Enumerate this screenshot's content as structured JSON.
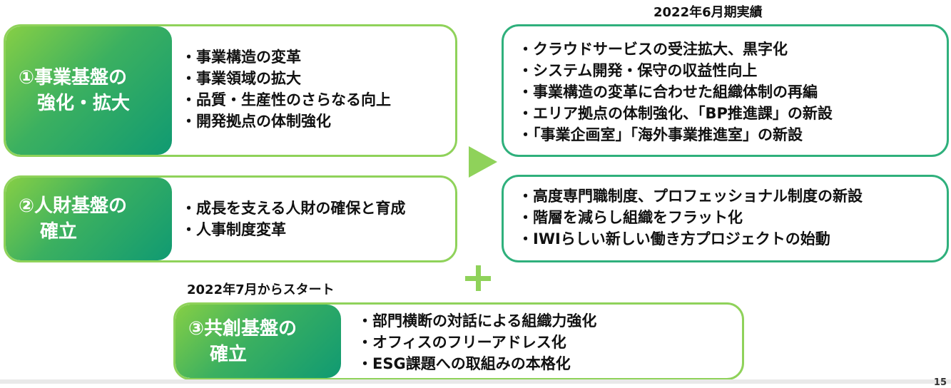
{
  "results_title": "2022年6月期実績",
  "start_label": "2022年7月からスタート",
  "pillars": [
    {
      "title_line1": "①事業基盤の",
      "title_line2": "強化・拡大",
      "items": [
        "・事業構造の変革",
        "・事業領域の拡大",
        "・品質・生産性のさらなる向上",
        "・開発拠点の体制強化"
      ]
    },
    {
      "title_line1": "②人財基盤の",
      "title_line2": "確立",
      "items": [
        "・成長を支える人財の確保と育成",
        "・人事制度変革"
      ]
    },
    {
      "title_line1": "③共創基盤の",
      "title_line2": "確立",
      "items": [
        "・部門横断の対話による組織力強化",
        "・オフィスのフリーアドレス化",
        "・ESG課題への取組みの本格化"
      ]
    }
  ],
  "results": [
    {
      "items": [
        "・クラウドサービスの受注拡大、黒字化",
        "・システム開発・保守の収益性向上",
        "・事業構造の変革に合わせた組織体制の再編",
        "・エリア拠点の体制強化、「BP推進課」の新設",
        "・「事業企画室」「海外事業推進室」の新設"
      ]
    },
    {
      "items": [
        "・高度専門職制度、プロフェッショナル制度の新設",
        "・階層を減らし組織をフラット化",
        "・IWIらしい新しい働き方プロジェクトの始動"
      ]
    }
  ],
  "colors": {
    "accent_light": "#8fd25a",
    "accent_dark": "#109a72",
    "result_border": "#2fb07c"
  },
  "page_number": "15"
}
